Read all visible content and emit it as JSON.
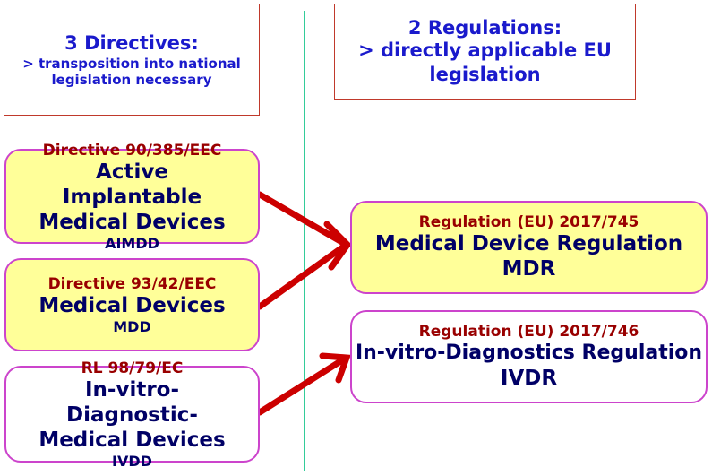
{
  "left_header": {
    "title": "3 Directives:",
    "subtitle": "> transposition into national legislation necessary"
  },
  "right_header": {
    "title": "2 Regulations:",
    "subtitle": "> directly applicable EU legislation"
  },
  "directives": [
    {
      "ref": "Directive 90/385/EEC",
      "name": "Active Implantable Medical Devices",
      "abbr": "AIMDD"
    },
    {
      "ref": "Directive 93/42/EEC",
      "name": "Medical Devices",
      "abbr": "MDD"
    },
    {
      "ref": "RL 98/79/EC",
      "name": "In-vitro-Diagnostic-Medical Devices",
      "abbr": "IVDD"
    }
  ],
  "regulations": [
    {
      "ref": "Regulation (EU) 2017/745",
      "name": "Medical Device Regulation",
      "abbr": "MDR"
    },
    {
      "ref": "Regulation (EU) 2017/746",
      "name": "In-vitro-Diagnostics Regulation",
      "abbr": "IVDR"
    }
  ],
  "colors": {
    "arrow": "#cc0000",
    "divider": "#33cc99"
  }
}
